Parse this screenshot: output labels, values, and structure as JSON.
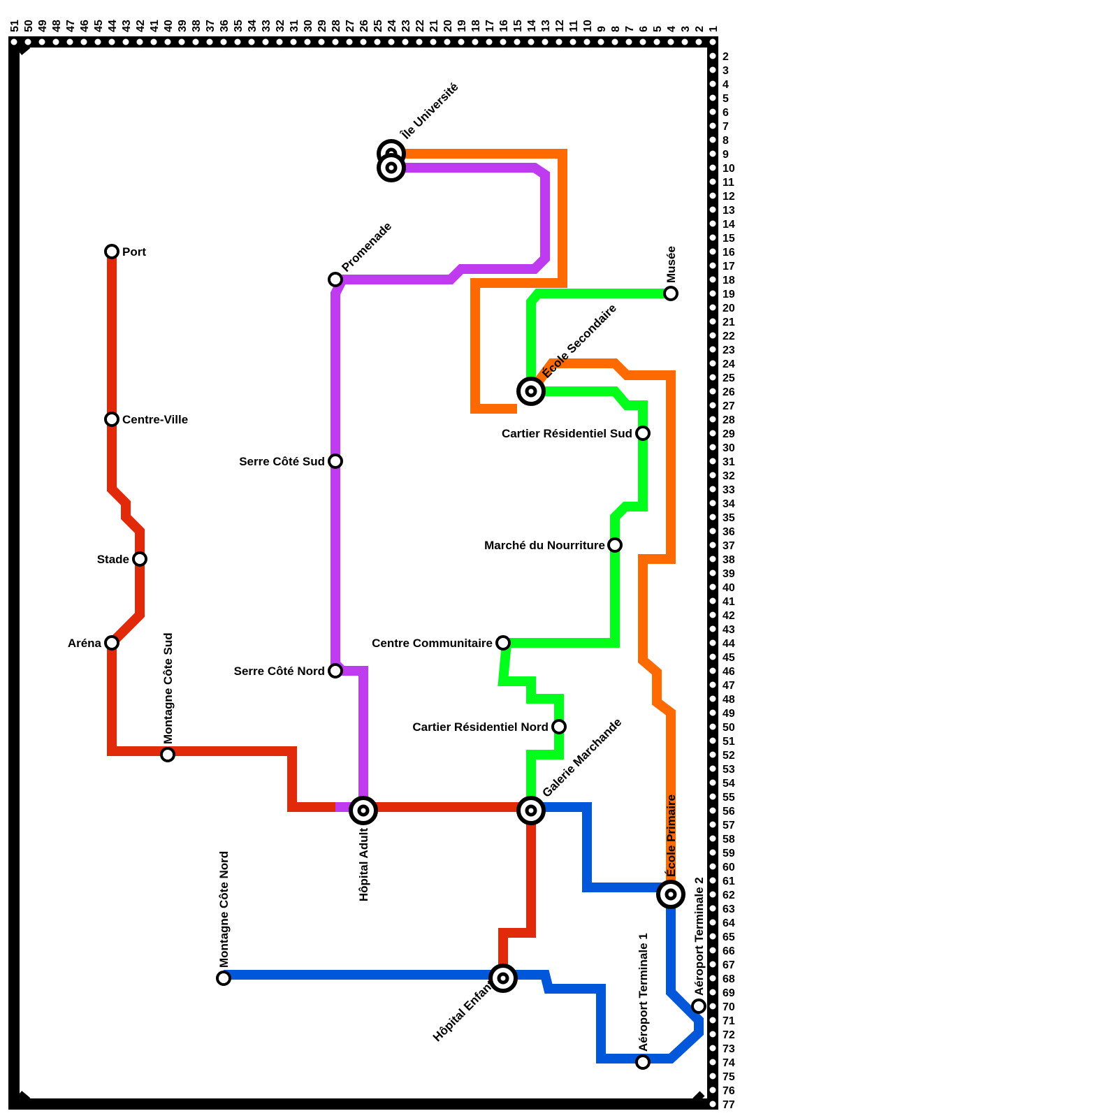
{
  "colors": {
    "red": "#e02a0a",
    "purple": "#bf3bf0",
    "orange": "#ff6a00",
    "green": "#00ff1a",
    "blue": "#0057d9",
    "frame": "#000000"
  },
  "lines": [
    {
      "name": "red",
      "color_key": "red"
    },
    {
      "name": "purple",
      "color_key": "purple"
    },
    {
      "name": "orange",
      "color_key": "orange"
    },
    {
      "name": "green",
      "color_key": "green"
    },
    {
      "name": "blue",
      "color_key": "blue"
    }
  ],
  "stations": {
    "port": "Port",
    "centre_ville": "Centre-Ville",
    "stade": "Stade",
    "arena": "Aréna",
    "montagne_cote_sud": "Montagne Côte Sud",
    "montagne_cote_nord": "Montagne Côte Nord",
    "ile_universite": "Île Université",
    "promenade": "Promenade",
    "serre_cote_sud": "Serre Côté Sud",
    "serre_cote_nord": "Serre Côté Nord",
    "hopital_adult": "Hôpital Adult",
    "hopital_enfant": "Hôpital Enfant",
    "ecole_secondaire": "École Secondaire",
    "musee": "Musée",
    "cartier_residentiel_sud": "Cartier Résidentiel Sud",
    "marche_du_nourriture": "Marché du Nourriture",
    "centre_communitaire": "Centre Communitaire",
    "cartier_residentiel_nord": "Cartier Résidentiel Nord",
    "galerie_marchande": "Galerie Marchande",
    "ecole_primaire": "École Primaire",
    "aeroport_terminale_1": "Aéroport Terminale 1",
    "aeroport_terminale_2": "Aéroport Terminale 2"
  },
  "grid": {
    "columns": [
      "51",
      "50",
      "49",
      "48",
      "47",
      "46",
      "45",
      "44",
      "43",
      "42",
      "41",
      "40",
      "39",
      "38",
      "37",
      "36",
      "35",
      "34",
      "33",
      "32",
      "31",
      "30",
      "29",
      "28",
      "27",
      "26",
      "25",
      "24",
      "23",
      "22",
      "21",
      "20",
      "19",
      "18",
      "17",
      "16",
      "15",
      "14",
      "13",
      "12",
      "11",
      "10",
      "9",
      "8",
      "7",
      "6",
      "5",
      "4",
      "3",
      "2",
      "1"
    ],
    "rows": [
      "2",
      "3",
      "4",
      "5",
      "6",
      "7",
      "8",
      "9",
      "10",
      "11",
      "12",
      "13",
      "14",
      "15",
      "16",
      "17",
      "18",
      "19",
      "20",
      "21",
      "22",
      "23",
      "24",
      "25",
      "26",
      "27",
      "28",
      "29",
      "30",
      "31",
      "32",
      "33",
      "34",
      "35",
      "36",
      "37",
      "38",
      "39",
      "40",
      "41",
      "42",
      "43",
      "44",
      "45",
      "46",
      "47",
      "48",
      "49",
      "50",
      "51",
      "52",
      "53",
      "54",
      "55",
      "56",
      "57",
      "58",
      "59",
      "60",
      "61",
      "62",
      "63",
      "64",
      "65",
      "66",
      "67",
      "68",
      "69",
      "70",
      "71",
      "72",
      "73",
      "74",
      "75",
      "76",
      "77"
    ]
  }
}
